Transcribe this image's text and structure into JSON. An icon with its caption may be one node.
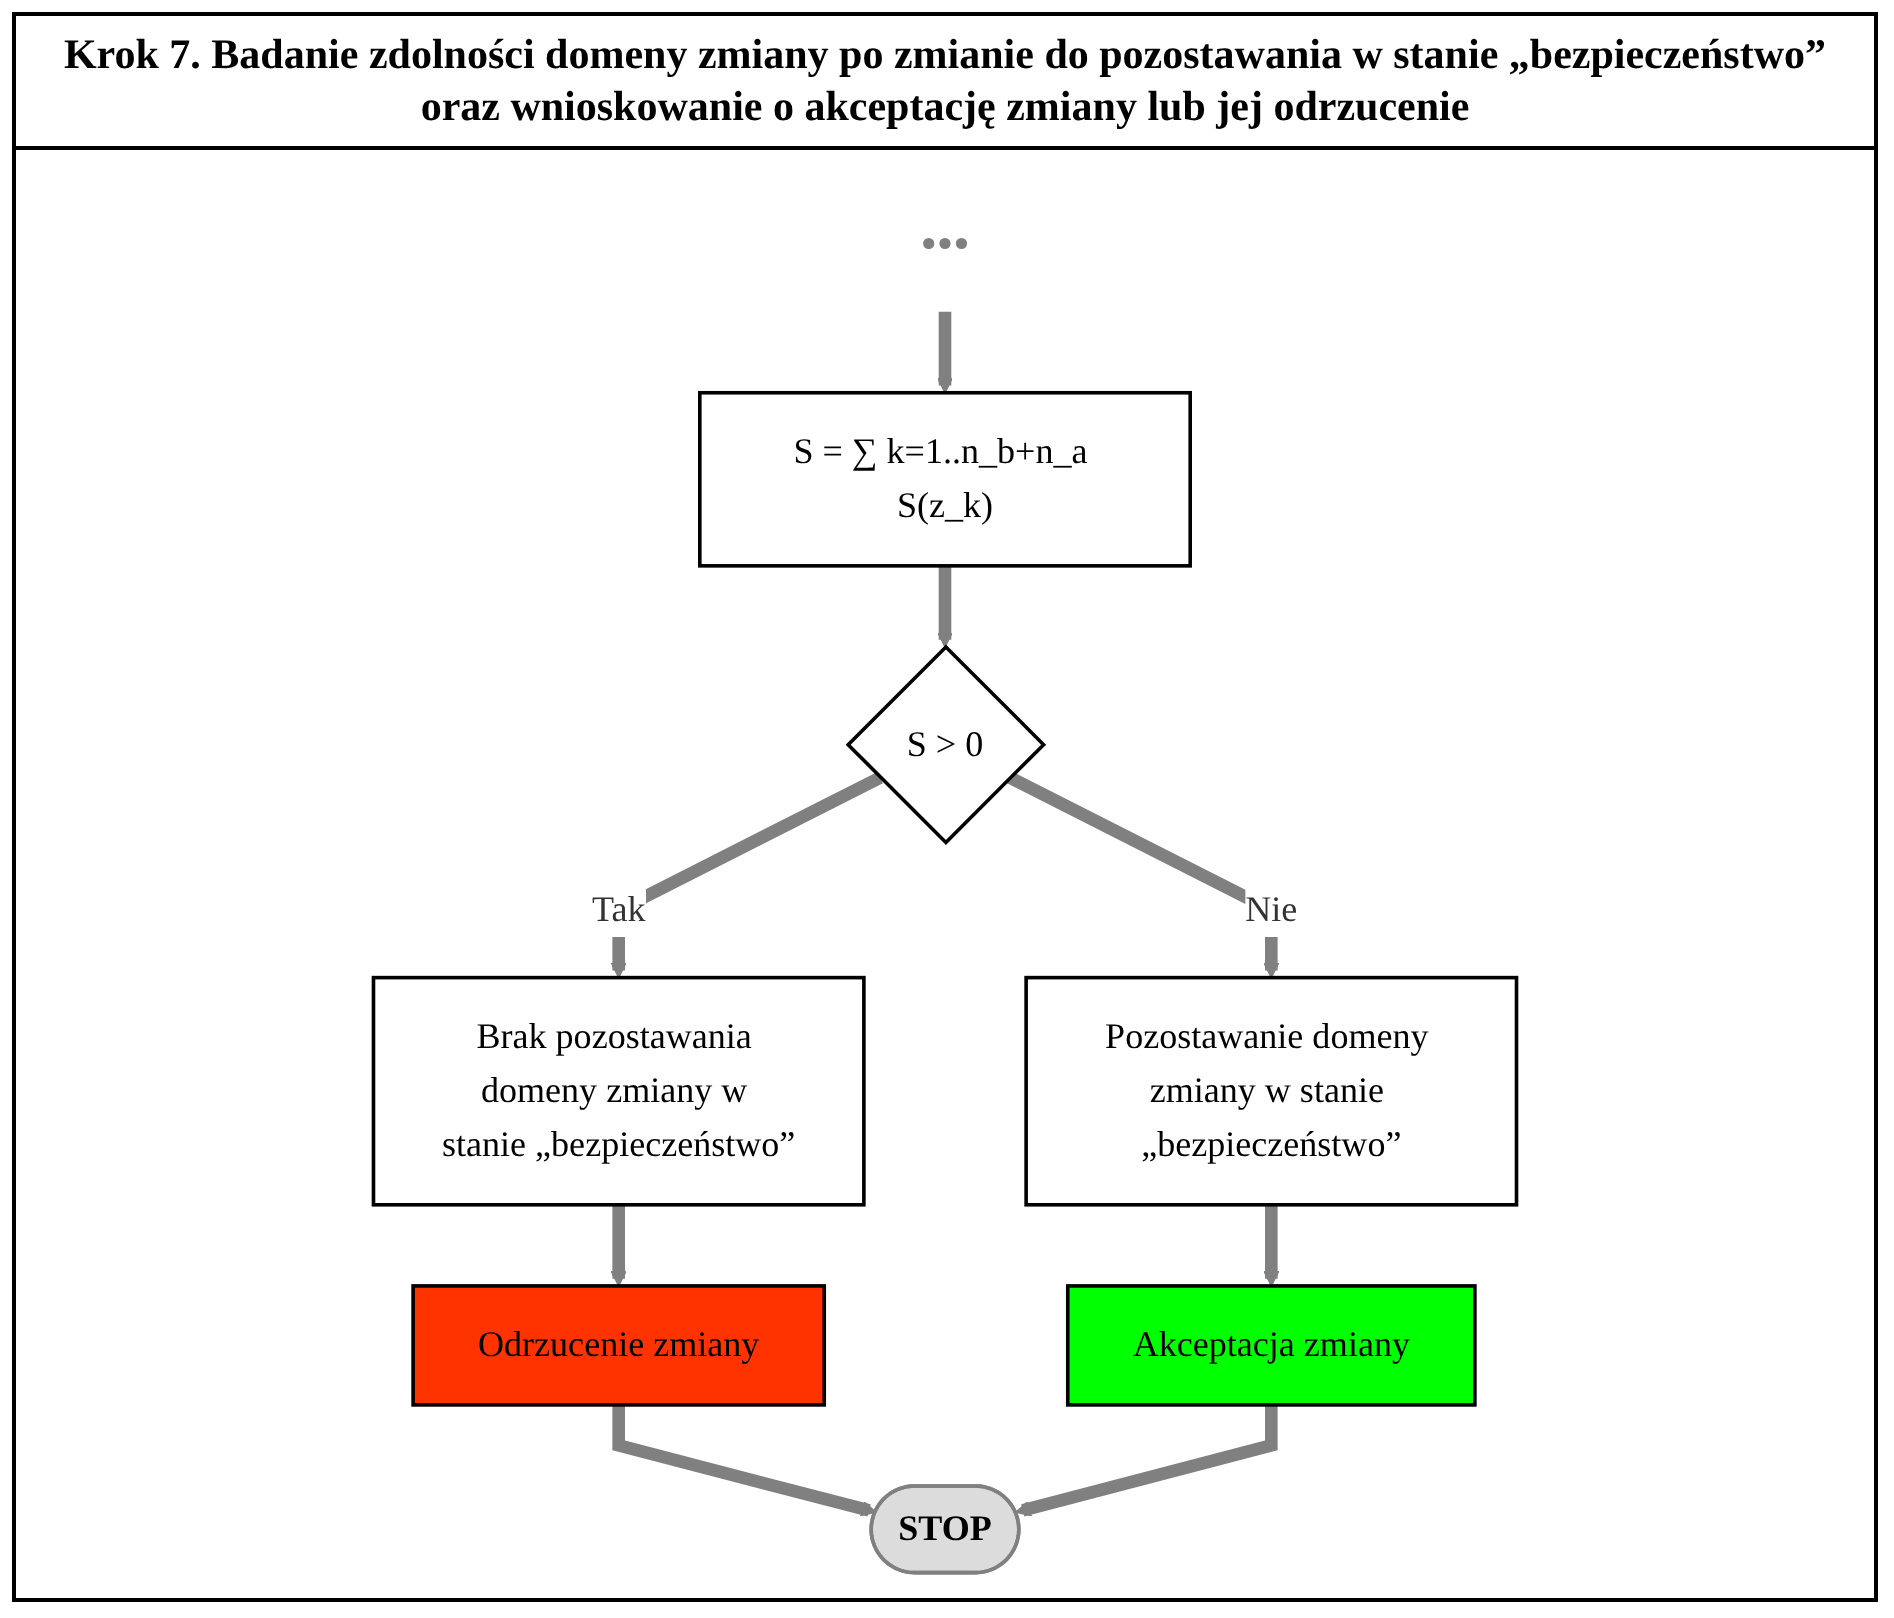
{
  "diagram": {
    "title": "Krok 7. Badanie zdolności domeny zmiany po zmianie do pozostawania w stanie „bezpieczeństwo” oraz wnioskowanie o akceptację zmiany lub jej odrzucenie",
    "nodes": [
      {
        "text": [
          "•••"
        ]
      },
      {
        "text": [
          "S = ∑ k=1..n_b+n_a S(z_k)"
        ]
      },
      {
        "text": [
          "S > 0"
        ]
      },
      {
        "text": [
          "Brak pozostawania domeny zmiany w stanie „bezpieczeństwo”"
        ]
      },
      {
        "text": [
          "Pozostawanie domeny zmiany w stanie „bezpieczeństwo”"
        ]
      },
      {
        "text": [
          "Odrzucenie zmiany"
        ]
      },
      {
        "text": [
          "Akceptacja zmiany"
        ]
      },
      {
        "text": [
          "STOP"
        ]
      }
    ],
    "edges": [
      {
        "from": 0,
        "to": 1,
        "arrow": "to"
      },
      {
        "from": 1,
        "to": 2,
        "arrow": "to"
      },
      {
        "from": 2,
        "to": 3,
        "arrow": "to",
        "label": "Tak"
      },
      {
        "from": 2,
        "to": 4,
        "arrow": "to",
        "label": "Nie"
      },
      {
        "from": 3,
        "to": 5,
        "arrow": "to"
      },
      {
        "from": 4,
        "to": 6,
        "arrow": "to"
      },
      {
        "from": 5,
        "to": 7,
        "arrow": "to"
      },
      {
        "from": 6,
        "to": 7,
        "arrow": "to"
      }
    ]
  }
}
